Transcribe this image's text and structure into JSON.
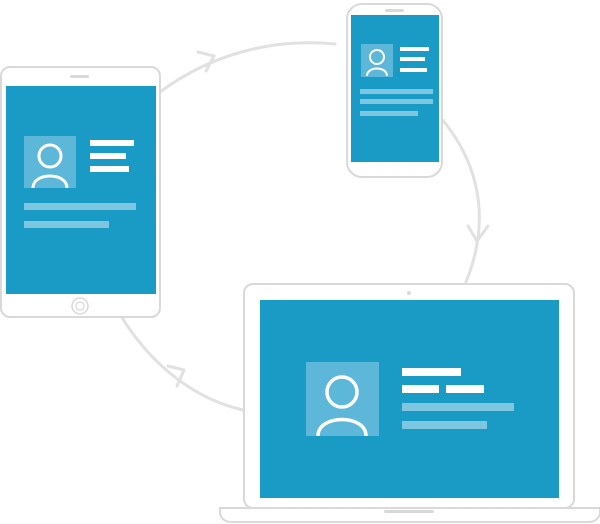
{
  "colors": {
    "screen": "#1a9bc5",
    "device_outline": "#d9d9d9",
    "cycle_arrow": "#e1e1e1",
    "avatar_tile": "#5db7d8",
    "avatar_line": "#ffffff",
    "text_line": "#ffffff",
    "faint_line": "#7ec6e0"
  },
  "devices": [
    {
      "kind": "tablet",
      "icon": "person-avatar-icon"
    },
    {
      "kind": "phone",
      "icon": "person-avatar-icon"
    },
    {
      "kind": "laptop",
      "icon": "person-avatar-icon"
    }
  ],
  "cycle": {
    "direction": "clockwise",
    "arrows": 3
  }
}
